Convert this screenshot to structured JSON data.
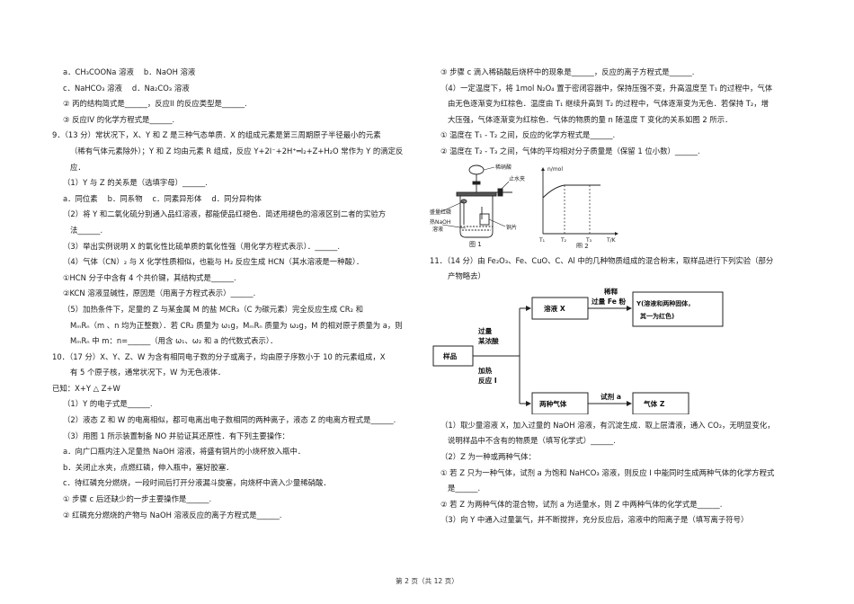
{
  "left_lines": [
    "a．CH₃COONa 溶液　 b．NaOH 溶液",
    "c．NaHCO₃ 溶液　 d．Na₂CO₃ 溶液",
    "② 丙的结构简式是______，反应II 的反应类型是______.",
    "③ 反应IV 的化学方程式是______.",
    "9．（13 分）常状况下，X、Y 和 Z 是三种气态单质．X 的组成元素是第三周期原子半径最小的元素",
    "（稀有气体元素除外）；Y 和 Z 均由元素 R 组成，反应 Y+2I⁻+2H⁺═I₂+Z+H₂O 常作为 Y 的滴定反",
    "应．",
    "（1）Y 与 Z 的关系是（选填字母）______.",
    "a．同位素　 b．同系物　 c．同素异形体　 d．同分异构体",
    "（2）将 Y 和二氧化硫分别通入品红溶液，都能使品红褪色．简述用褪色的溶液区别二者的实验方",
    "法______.",
    "（3）举出实例说明 X 的氧化性比硫单质的氧化性强（用化学方程式表示）．______.",
    "（4）气体（CN）₂ 与 X 化学性质相似，也能与 H₂ 反应生成 HCN（其水溶液是一种酸）．",
    "①HCN 分子中含有 4 个共价键，其结构式是______.",
    "②KCN 溶液显碱性，原因是（用离子方程式表示）______.",
    "（5）加热条件下，足量的 Z 与某金属 M 的盐 MCR₃（C 为碳元素）完全反应生成 CR₂ 和",
    "MₘRₙ（m 、n 均为正整数）．若 CR₂ 质量为 ω₁g，MₘRₙ 质量为 ω₂g，M 的相对原子质量为 a，则",
    "MₘRₙ 中 m：n=______（用含 ω₁、ω₂ 和 a 的代数式表示）．",
    "10．（17 分）X、Y、Z、W 为含有相同电子数的分子或离子，均由原子序数小于 10 的元素组成，X",
    "有 5 个原子核，通常状况下，W 为无色液体．",
    "已知：X+Y △ Z+W",
    "（1）Y 的电子式是______.",
    "（2）液态 Z 和 W 的电离相似，都可电离出电子数相同的两种离子，液态 Z 的电离方程式是______.",
    "（3）用图 1 所示装置制备 NO 并验证其还原性．有下列主要操作：",
    "a．向广口瓶内注入足量热 NaOH 溶液，将盛有铜片的小烧杯放入瓶中．",
    "b．关闭止水夹，点燃红磷，伸入瓶中，塞好胶塞．",
    "c．待红磷充分燃烧，一段时间后打开分液漏斗旋塞，向烧杯中滴入少量稀硝酸．",
    "① 步骤 c 后还缺少的一步主要操作是______.",
    "② 红磷充分燃烧的产物与 NaOH 溶液反应的离子方程式是______."
  ],
  "right_top_lines": [
    "③ 步骤 c 滴入稀硝酸后烧杯中的现象是______，反应的离子方程式是______.",
    "（4）一定温度下，将 1mol N₂O₄ 置于密闭容器中，保持压强不变，升高温度至 T₁ 的过程中，气体",
    "由无色逐渐变为红棕色．温度由 T₁ 继续升高到 T₂ 的过程中，气体逐渐变为无色．若保持 T₂，增",
    "大压强，气体逐渐变为红棕色．气体的物质的量 n 随温度 T 变化的关系如图 2 所示．",
    "① 温度在 T₁ - T₂ 之间，反应的化学方程式是______.",
    "② 温度在 T₂ - T₃ 之间，气体的平均相对分子质量是（保留 1 位小数）______."
  ],
  "fig1": {
    "labels": [
      "稀硝酸",
      "止水夹",
      "盛量红磷",
      "热NaOH",
      "溶液",
      "铜片"
    ],
    "caption": "图 1"
  },
  "fig2": {
    "y_label": "n/mol",
    "ticks": [
      "T₁",
      "T₂",
      "T₃",
      "T/K"
    ],
    "caption": "图 2"
  },
  "right_mid_lines": [
    "11．（14 分）由 Fe₂O₃、Fe、CuO、C、Al 中的几种物质组成的混合粉末，取样品进行下列实验（部分",
    "产物略去）"
  ],
  "flow": {
    "sample": "样品",
    "top_branch_1": "过量",
    "top_branch_2": "某浓酸",
    "bottom_branch_1": "加热",
    "bottom_branch_2": "反应 I",
    "solution_x": "溶液 X",
    "arrow_top_1": "稀释",
    "arrow_top_2": "过量 Fe 粉",
    "result_y_1": "Y(溶液和两种固体，",
    "result_y_2": "其一为红色)",
    "two_gases": "两种气体",
    "reagent_a": "试剂 a",
    "gas_z": "气体 Z"
  },
  "right_bottom_lines": [
    "（1）取少量溶液 X，加入过量的 NaOH 溶液，有沉淀生成．取上层清液，通入 CO₂，无明显变化，",
    "说明样品中不含有的物质是（填写化学式）______.",
    "（2）Z 为一种或两种气体：",
    "① 若 Z 只为一种气体，试剂 a 为饱和 NaHCO₃ 溶液，则反应 I 中能同时生成两种气体的化学方程式",
    "是______.",
    "② 若 Z 为两种气体的混合物，试剂 a 为适量水，则 Z 中两种气体的化学式是______.",
    "（3）向 Y 中通入过量氯气，并不断搅拌，充分反应后，溶液中的阳离子是（填写离子符号）"
  ],
  "footer": "第 2 页（共 12 页）"
}
